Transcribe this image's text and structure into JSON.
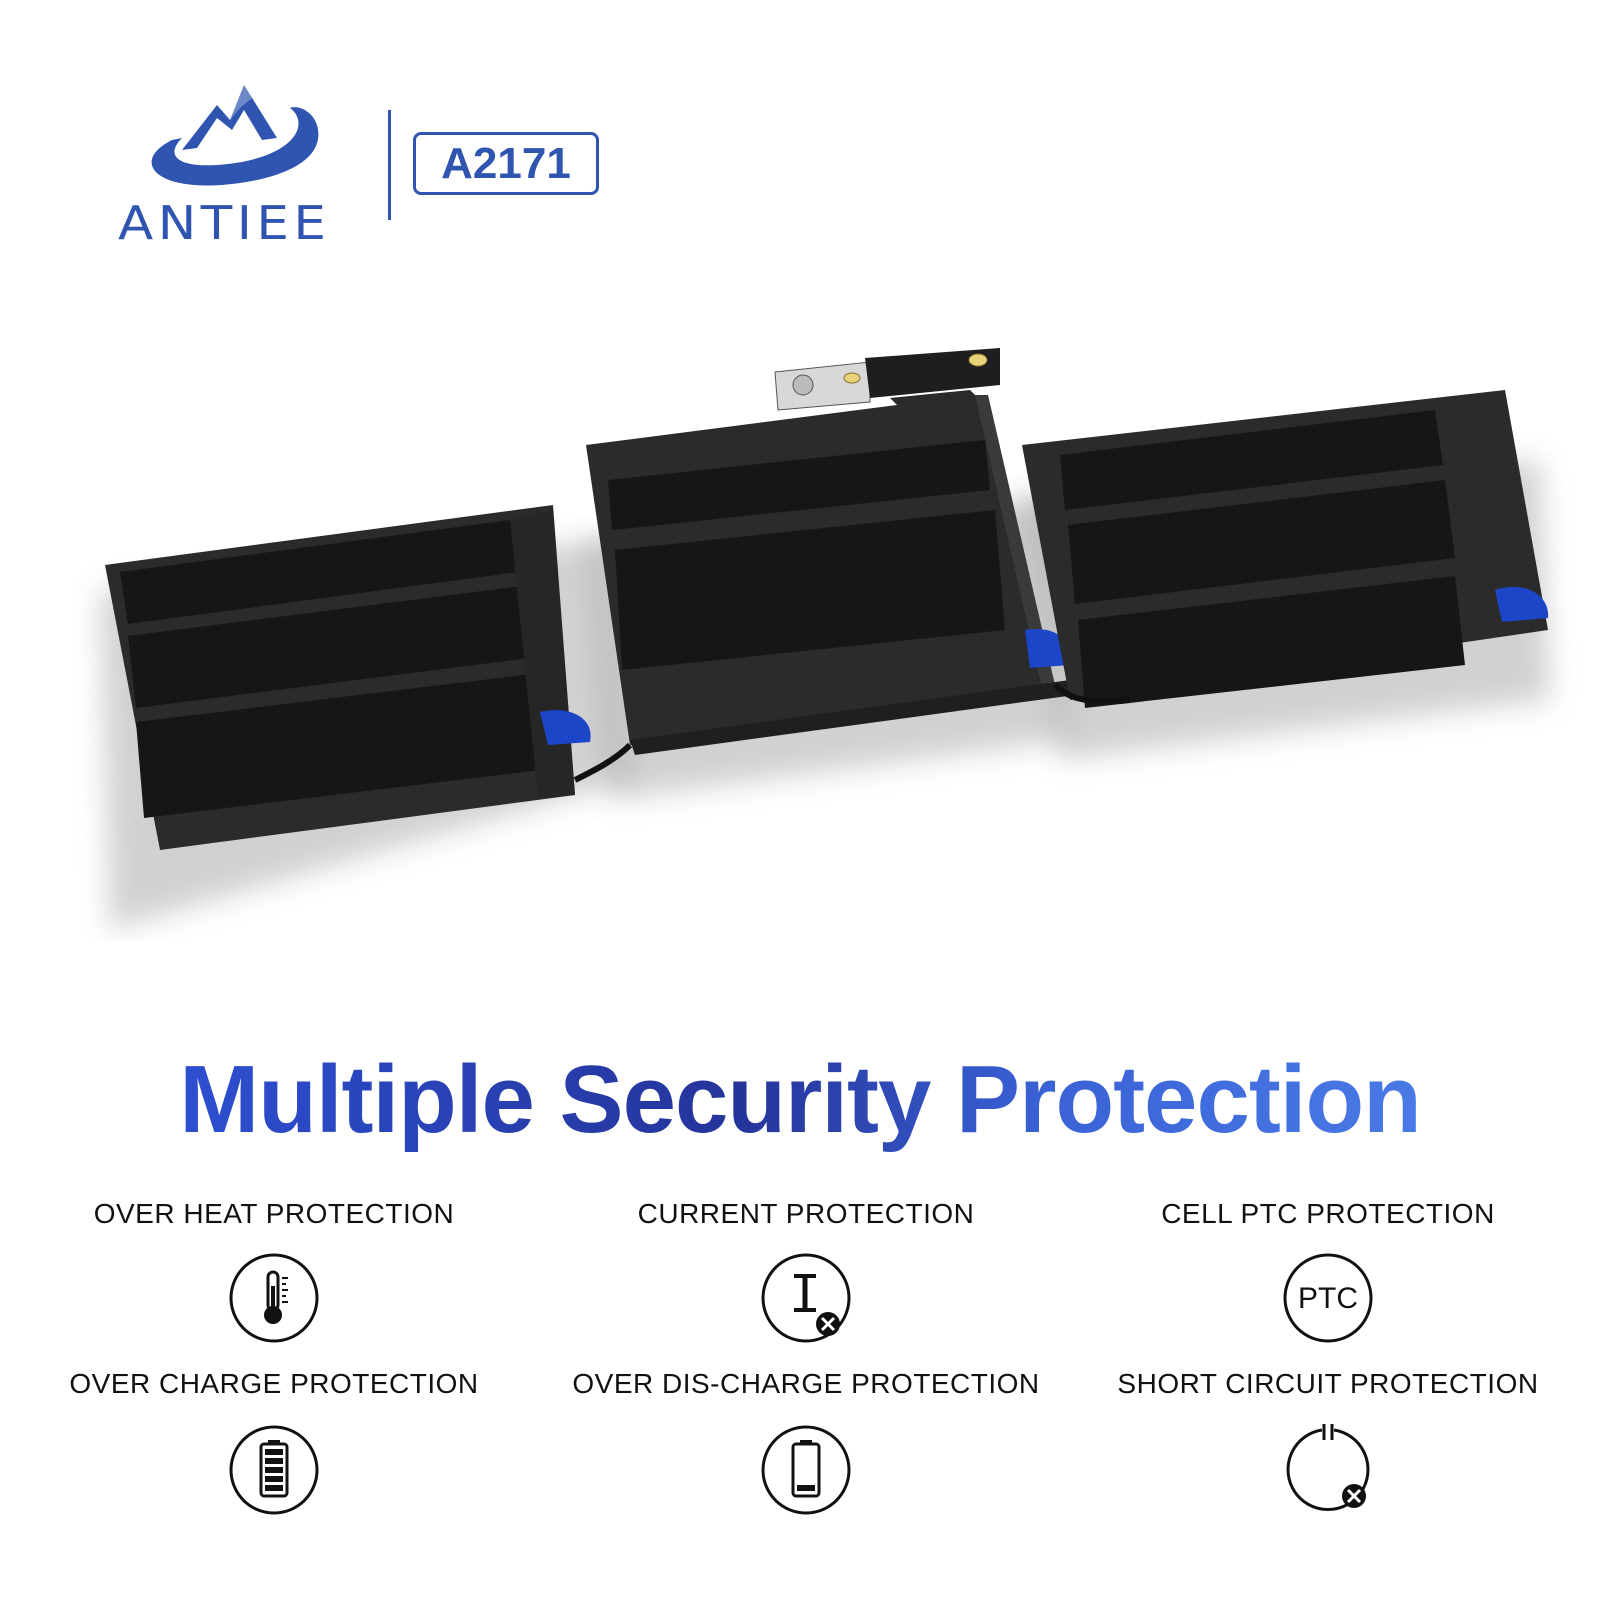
{
  "brand": {
    "name": "ANTIEE",
    "model": "A2171",
    "color": "#2f55b0"
  },
  "product": {
    "image": "laptop-battery-three-cell-pack"
  },
  "headline": "Multiple Security Protection",
  "features": [
    {
      "label": "OVER HEAT PROTECTION",
      "icon": "thermometer-icon"
    },
    {
      "label": "CURRENT PROTECTION",
      "icon": "current-icon"
    },
    {
      "label": "CELL PTC PROTECTION",
      "icon": "ptc-icon",
      "icon_text": "PTC"
    },
    {
      "label": "OVER CHARGE PROTECTION",
      "icon": "full-battery-icon"
    },
    {
      "label": "OVER DIS-CHARGE PROTECTION",
      "icon": "low-battery-icon"
    },
    {
      "label": "SHORT CIRCUIT PROTECTION",
      "icon": "short-circuit-icon"
    }
  ]
}
